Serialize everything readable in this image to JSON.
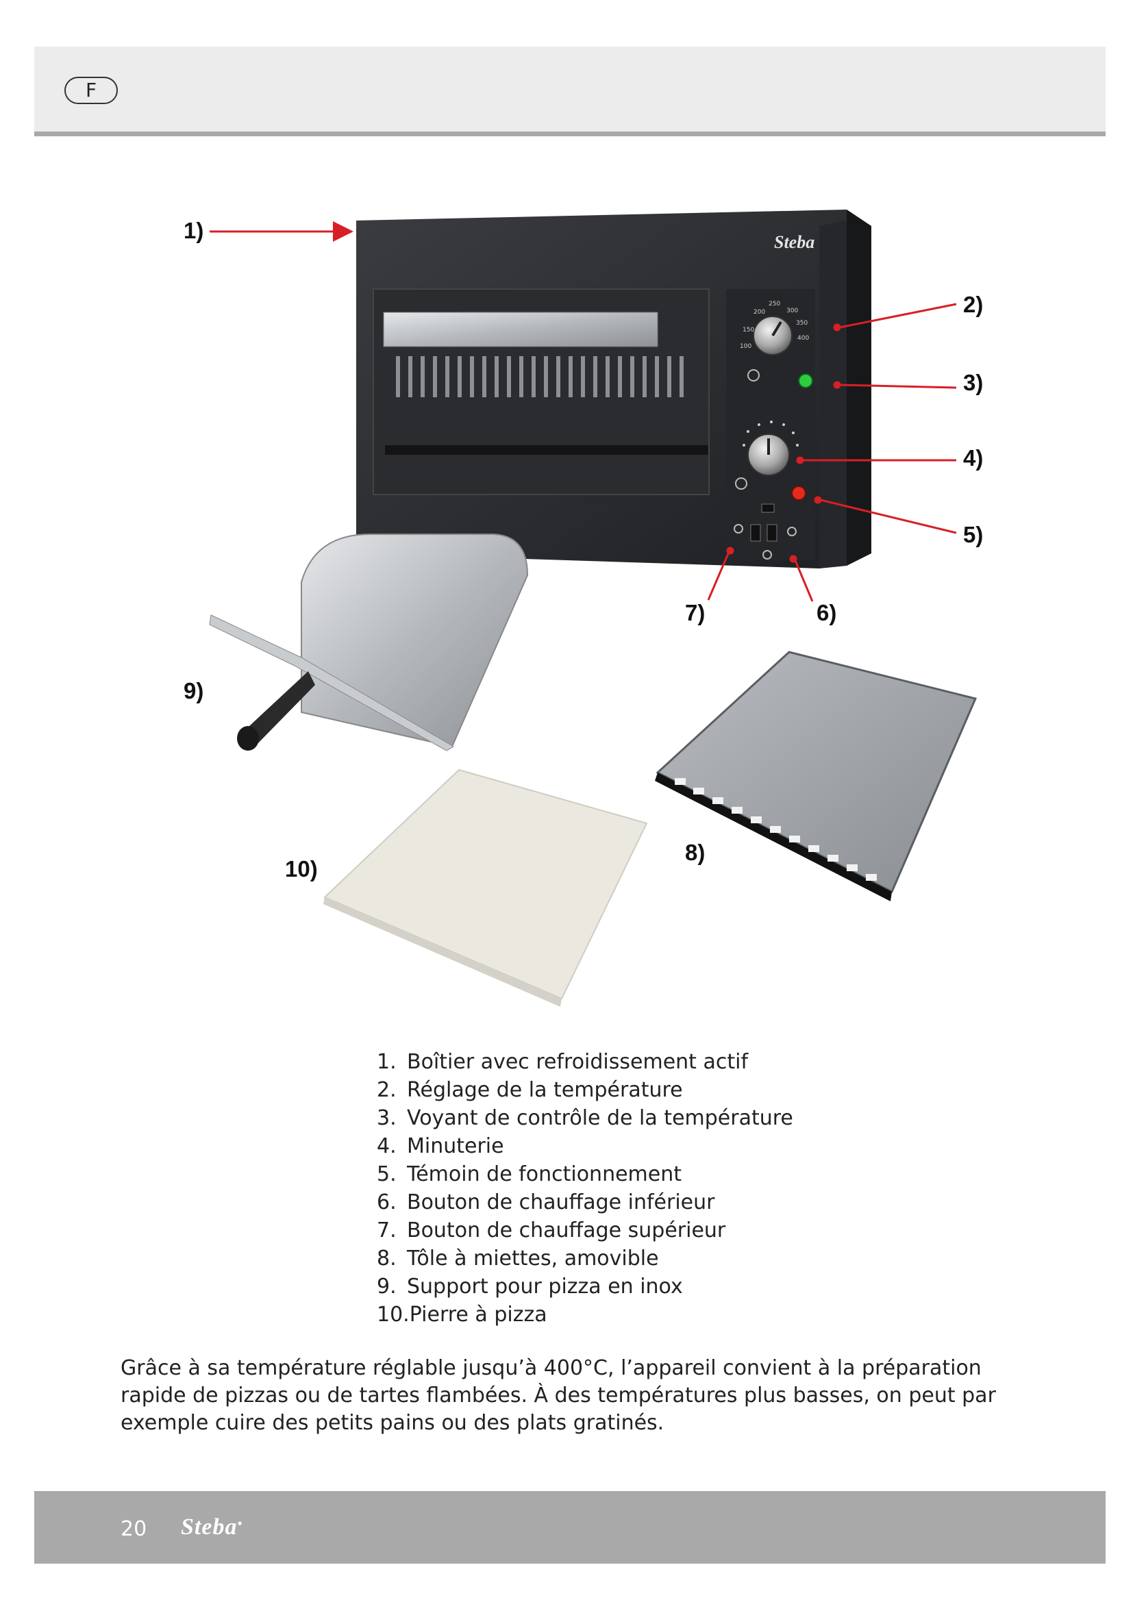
{
  "header": {
    "lang_code": "F"
  },
  "figure": {
    "brand": "Steba",
    "callouts": [
      "1)",
      "2)",
      "3)",
      "4)",
      "5)",
      "6)",
      "7)",
      "8)",
      "9)",
      "10)"
    ],
    "dial_numbers": [
      "200",
      "250",
      "300",
      "150",
      "350",
      "100",
      "400"
    ]
  },
  "legend": [
    {
      "num": "1.",
      "text": "Boîtier avec refroidissement actif"
    },
    {
      "num": "2.",
      "text": "Réglage de la température"
    },
    {
      "num": "3.",
      "text": "Voyant de contrôle de la température"
    },
    {
      "num": "4.",
      "text": "Minuterie"
    },
    {
      "num": "5.",
      "text": "Témoin de fonctionnement"
    },
    {
      "num": "6.",
      "text": "Bouton de chauffage inférieur"
    },
    {
      "num": "7.",
      "text": "Bouton de chauffage supérieur"
    },
    {
      "num": "8.",
      "text": "Tôle à miettes, amovible"
    },
    {
      "num": "9.",
      "text": "Support pour pizza en inox"
    },
    {
      "num": "10.",
      "text": "Pierre à pizza"
    }
  ],
  "paragraph": "Grâce à sa température réglable jusqu’à 400°C, l’appareil convient à la préparation rapide de pizzas ou de tartes flambées. À des températures plus basses, on peut par exemple cuire des petits pains ou des plats gratinés.",
  "footer": {
    "page_number": "20",
    "brand": "Steba"
  }
}
